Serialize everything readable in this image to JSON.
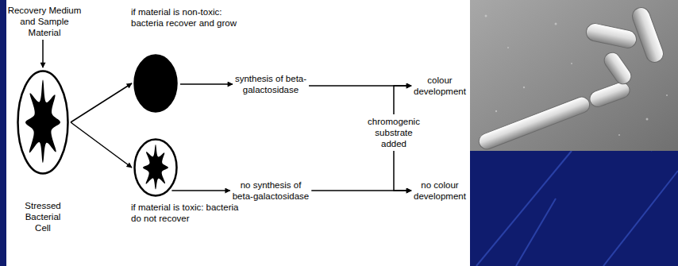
{
  "diagram": {
    "nodes": [
      {
        "text": [
          "Recovery Medium and Sample Material"
        ]
      },
      {
        "text": [
          "Stressed Bacterial Cell"
        ]
      },
      {
        "text": [
          "if material is non-toxic: bacteria recover and grow"
        ]
      },
      {
        "text": [
          "if material is toxic: bacteria do not recover"
        ]
      },
      {
        "text": [
          "synthesis of beta-galactosidase"
        ]
      },
      {
        "text": [
          "colour development"
        ]
      },
      {
        "text": [
          "chromogenic substrate added"
        ]
      },
      {
        "text": [
          "no synthesis of beta-galactosidase"
        ]
      },
      {
        "text": [
          "no colour development"
        ]
      }
    ],
    "edges": [
      {
        "from": 0,
        "to": 1,
        "arrow": "to"
      },
      {
        "from": 1,
        "to": 2,
        "arrow": "to"
      },
      {
        "from": 1,
        "to": 3,
        "arrow": "to"
      },
      {
        "from": 2,
        "to": 4,
        "arrow": "to"
      },
      {
        "from": 4,
        "to": 5,
        "arrow": "to"
      },
      {
        "from": 3,
        "to": 7,
        "arrow": "to"
      },
      {
        "from": 7,
        "to": 8,
        "arrow": "to"
      },
      {
        "from": 6,
        "to": 5,
        "arrow": "to"
      },
      {
        "from": 6,
        "to": 8,
        "arrow": "to"
      }
    ]
  }
}
